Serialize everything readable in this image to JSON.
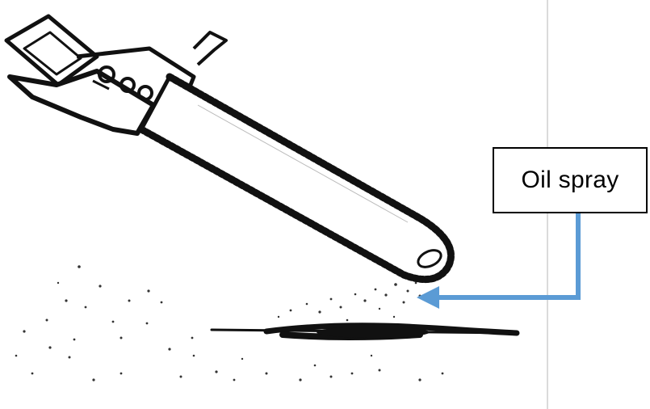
{
  "callout": {
    "label": "Oil spray"
  },
  "colors": {
    "arrow": "#5b9bd5",
    "ink": "#111111",
    "divider": "#cfcfcf",
    "background": "#ffffff"
  },
  "illustration": {
    "subject": "chainsaw-bar-with-chain",
    "effect": "oil-spray-droplets",
    "surface": "ground-oil-stain"
  }
}
